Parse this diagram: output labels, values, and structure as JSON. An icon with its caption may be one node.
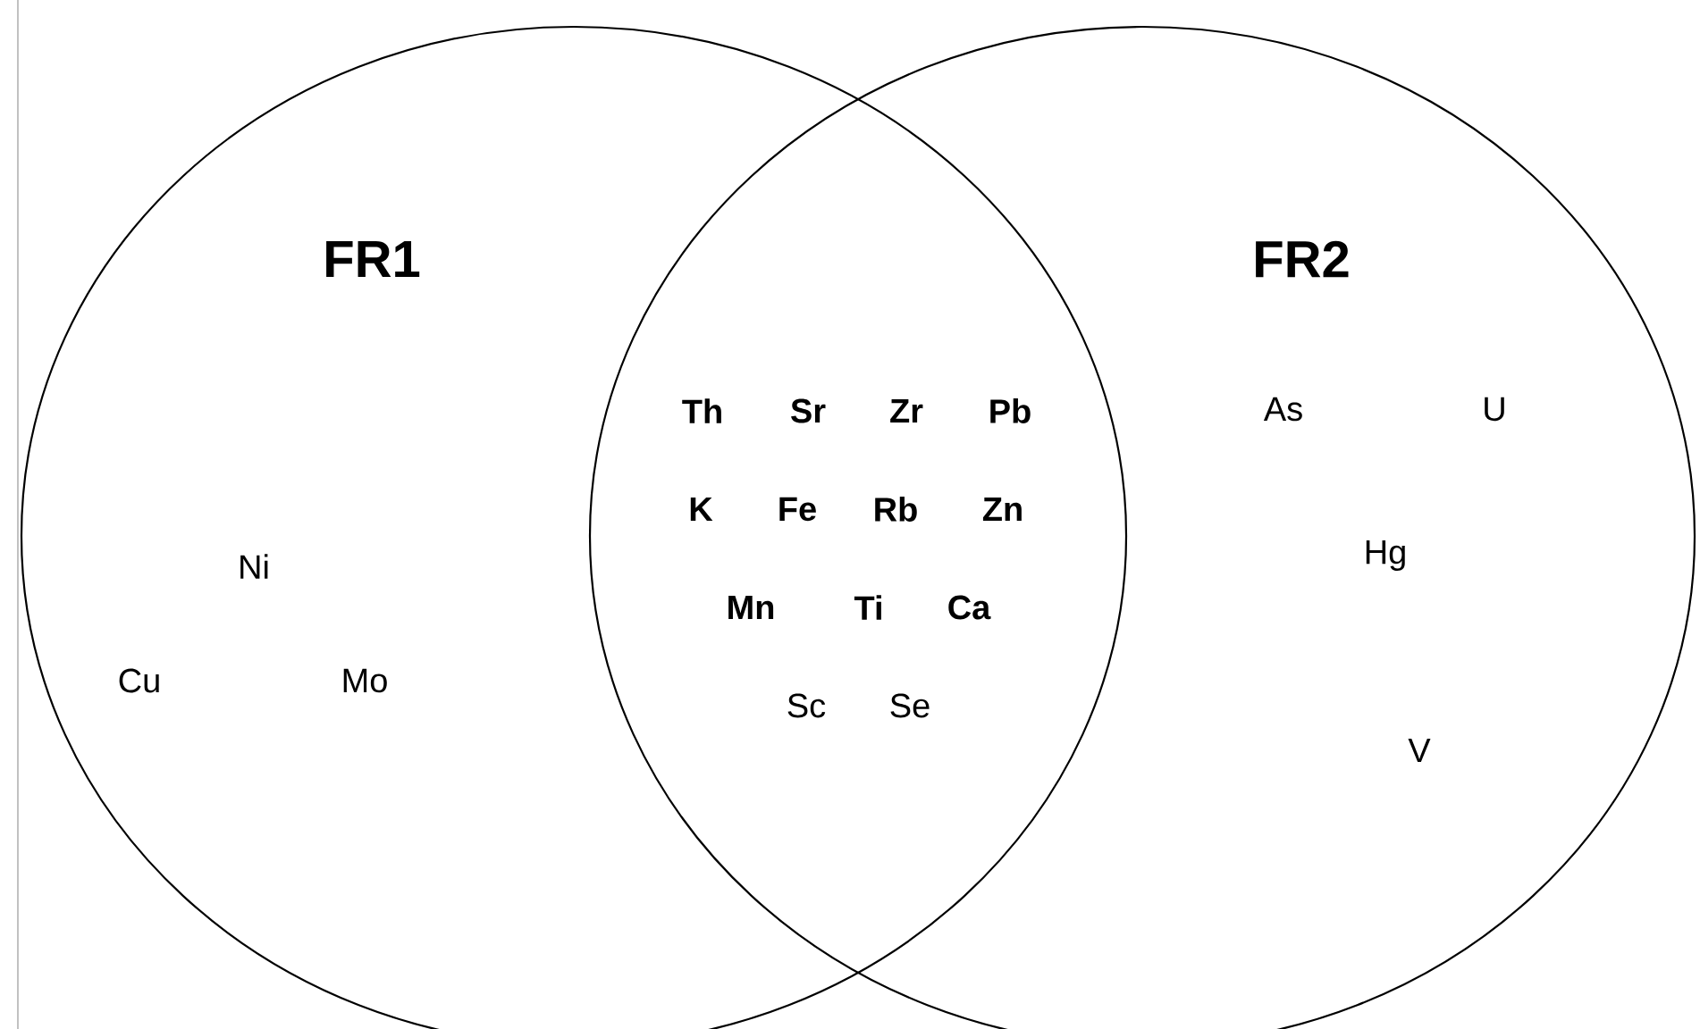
{
  "diagram": {
    "nodes": [
      {
        "text": [
          "FR1"
        ]
      },
      {
        "text": [
          "FR2"
        ]
      }
    ],
    "labels": [
      "Th",
      "Sr",
      "Zr",
      "Pb",
      "As",
      "U",
      "K",
      "Fe",
      "Rb",
      "Zn",
      "Ni",
      "Hg",
      "Mn",
      "Ti",
      "Ca",
      "Cu",
      "Mo",
      "Sc",
      "Se",
      "V"
    ]
  }
}
